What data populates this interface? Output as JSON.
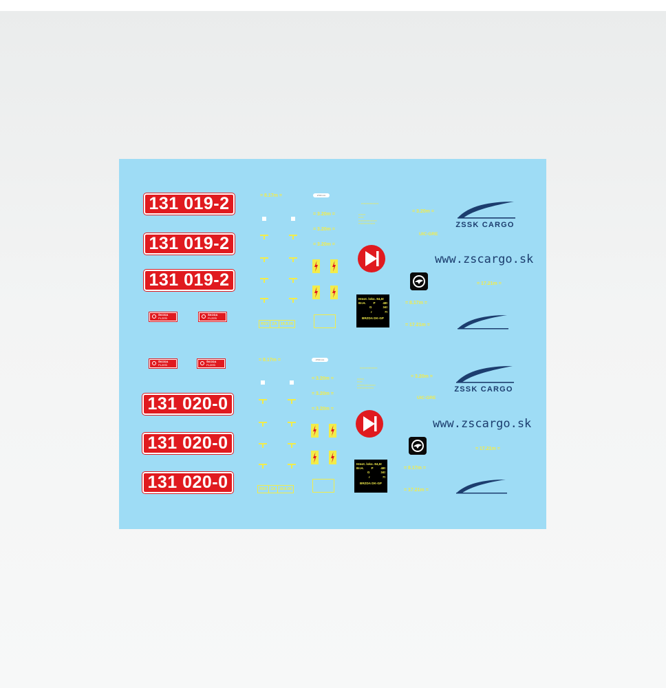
{
  "sheet": {
    "background_color": "#9edcf5",
    "accent_red": "#e01a1f",
    "accent_yellow": "#f2ec4a",
    "brand_navy": "#1c3d6e"
  },
  "upper_set": {
    "number_plates": [
      "131 019-2",
      "131 019-2",
      "131 019-2"
    ],
    "maker_plates": [
      {
        "brand": "ŠKODA",
        "place": "PLZEŇ"
      },
      {
        "brand": "ŠKODA",
        "place": "PLZEŇ"
      }
    ],
    "dim_a": "= 8.17m =",
    "dim_b": [
      "= 3.20m =",
      "= 3.20m =",
      "= 3.20m ="
    ],
    "dim_c": "= 3.20m =",
    "dim_d": "= 8.17m =",
    "dim_e": "= 17.21m =",
    "dim_f": "= 17.21m =",
    "white_tag": "2700 mm",
    "rsv": [
      "RSV",
      "ZA",
      "18.8.06"
    ],
    "uic": "UIC-GRE",
    "url": "www.zscargo.sk",
    "brand": "ZSSK CARGO",
    "info_plate": {
      "r1": "Hmot. loko. 84,5t",
      "r2a": "Br.H.",
      "r2b": "P",
      "r2c": "48t",
      "r3b": "G",
      "r3c": "34t",
      "r4b": "r",
      "r4c": "7t",
      "foot": "BRZDA DK-GP"
    }
  },
  "lower_set": {
    "number_plates": [
      "131 020-0",
      "131 020-0",
      "131 020-0"
    ],
    "maker_plates": [
      {
        "brand": "ŠKODA",
        "place": "PLZEŇ"
      },
      {
        "brand": "ŠKODA",
        "place": "PLZEŇ"
      }
    ],
    "dim_a": "= 8.17m =",
    "dim_b": [
      "= 3.20m =",
      "= 3.20m =",
      "= 3.20m ="
    ],
    "dim_c": "= 3.20m =",
    "dim_d": "= 8.17m =",
    "dim_e": "= 17.21m =",
    "dim_f": "= 17.21m =",
    "white_tag": "2700 mm",
    "rsv": [
      "RSV",
      "ZA",
      "18.8.06"
    ],
    "uic": "UIC-GRE",
    "url": "www.zscargo.sk",
    "brand": "ZSSK CARGO",
    "info_plate": {
      "r1": "Hmot. loko. 84,5t",
      "r2a": "Br.H.",
      "r2b": "P",
      "r2c": "48t",
      "r3b": "G",
      "r3c": "34t",
      "r4b": "r",
      "r4c": "7t",
      "foot": "BRZDA DK-GP"
    }
  },
  "icons": {
    "lightning": "lightning-icon",
    "diode": "diode-symbol-icon",
    "skoda": "skoda-logo-icon",
    "zssk": "zssk-swoosh-icon"
  }
}
